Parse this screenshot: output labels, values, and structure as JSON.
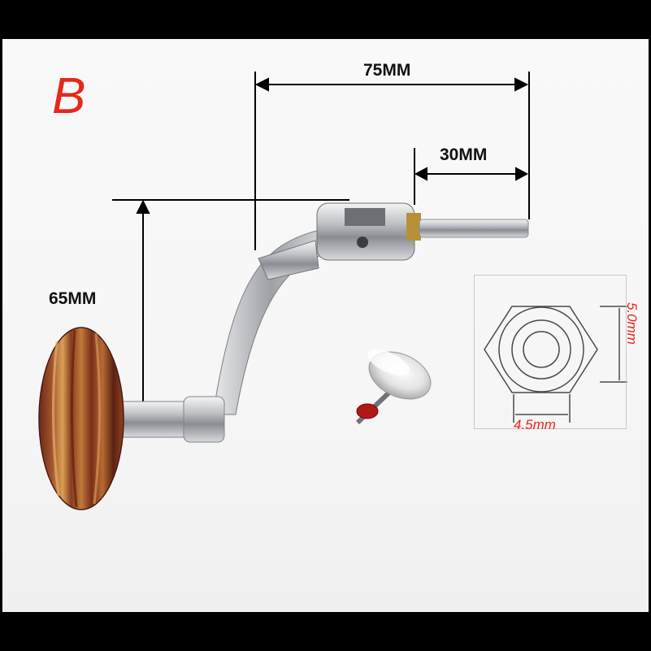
{
  "variant_label": "B",
  "dimensions": {
    "total_length": "75MM",
    "shaft_length": "30MM",
    "arm_height": "65MM"
  },
  "nut_inset": {
    "width_label": "4.5mm",
    "height_label": "5.0mm"
  },
  "colors": {
    "label_red": "#e8261a",
    "dimension_text": "#111111",
    "frame": "#000000"
  }
}
